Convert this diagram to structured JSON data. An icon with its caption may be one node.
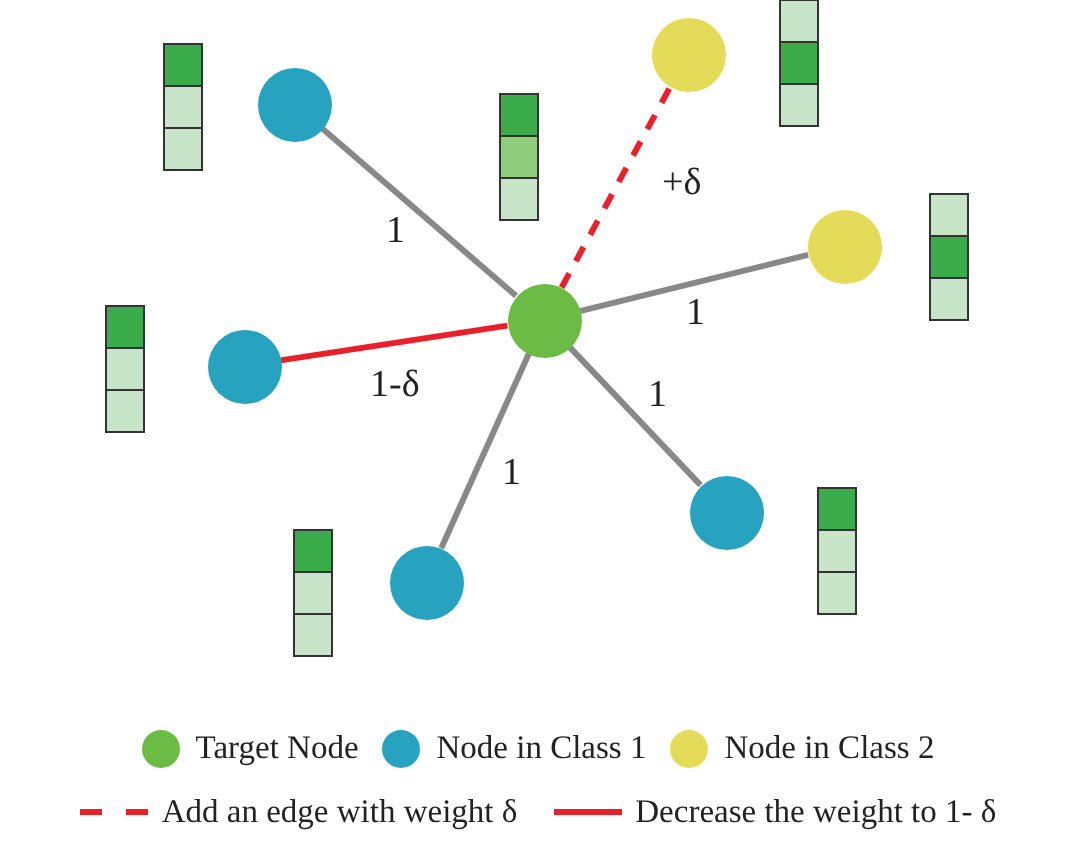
{
  "diagram": {
    "nodes": [
      {
        "text": [],
        "shape": "circle"
      },
      {
        "text": [],
        "shape": "circle"
      },
      {
        "text": [],
        "shape": "circle"
      },
      {
        "text": [],
        "shape": "circle"
      },
      {
        "text": [],
        "shape": "circle"
      },
      {
        "text": [],
        "shape": "circle"
      },
      {
        "text": [],
        "shape": "circle"
      }
    ],
    "edges": [
      {
        "from": 3,
        "to": 0,
        "arrow": "none",
        "label": "+δ",
        "style": "dashed",
        "color": "#e8202a"
      },
      {
        "from": 3,
        "to": 1,
        "arrow": "none",
        "label": "1"
      },
      {
        "from": 3,
        "to": 2,
        "arrow": "none",
        "label": "1"
      },
      {
        "from": 3,
        "to": 4,
        "arrow": "none",
        "label": "1-δ",
        "color": "#e8202a"
      },
      {
        "from": 3,
        "to": 5,
        "arrow": "none",
        "label": "1"
      },
      {
        "from": 3,
        "to": 6,
        "arrow": "none",
        "label": "1"
      }
    ],
    "legend": [
      {
        "text": "Target Node",
        "color": "#6cbb45"
      },
      {
        "text": "Node in Class 1",
        "color": "#27a3c0"
      },
      {
        "text": "Node in Class 2",
        "color": "#e4dc58"
      },
      {
        "text": "Add an edge with weight δ"
      },
      {
        "text": "Decrease the weight to 1- δ"
      }
    ]
  }
}
